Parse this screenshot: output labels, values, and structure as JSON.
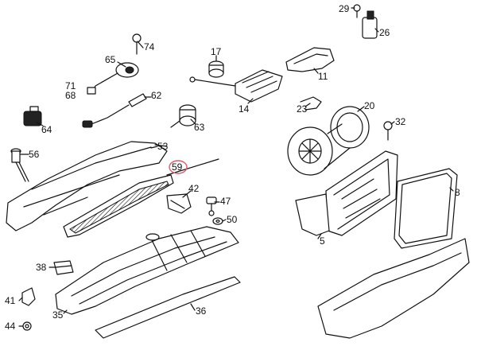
{
  "diagram": {
    "highlight_color": "#e05a6a",
    "callouts": {
      "c5": "5",
      "c8": "8",
      "c11": "11",
      "c14": "14",
      "c17": "17",
      "c20": "20",
      "c23": "23",
      "c26": "26",
      "c29": "29",
      "c32": "32",
      "c35": "35",
      "c36": "36",
      "c38": "38",
      "c41": "41",
      "c42": "42",
      "c44": "44",
      "c47": "47",
      "c50": "50",
      "c53": "53",
      "c56": "56",
      "c59": "59",
      "c62": "62",
      "c63": "63",
      "c64": "64",
      "c65": "65",
      "c68": "68",
      "c71": "71",
      "c74": "74"
    },
    "highlighted_callout": "59"
  }
}
